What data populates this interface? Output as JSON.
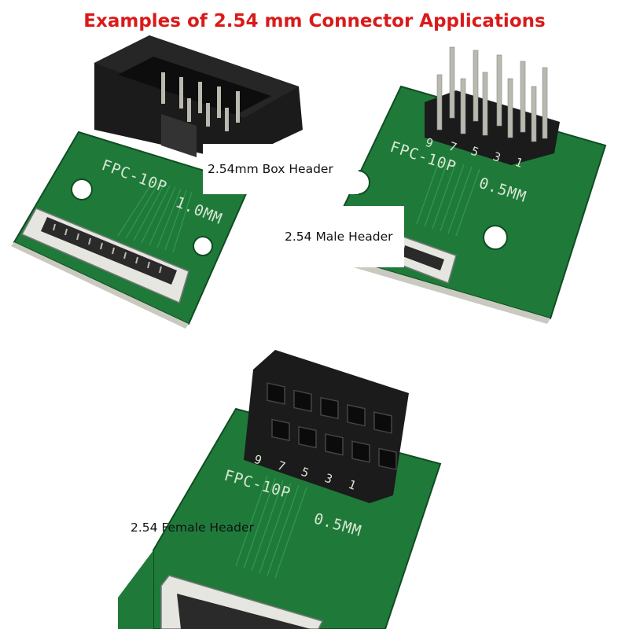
{
  "title": "Examples of 2.54 mm Connector Applications",
  "panels": {
    "box_header": {
      "label": "2.54mm Box Header",
      "silkscreen_model": "FPC-10P",
      "silkscreen_pitch": "1.0MM"
    },
    "male_header": {
      "label": "2.54 Male Header",
      "silkscreen_model": "FPC-10P",
      "silkscreen_pitch": "0.5MM",
      "pin_numbers": [
        "9",
        "7",
        "5",
        "3",
        "1"
      ]
    },
    "female_header": {
      "label": "2.54 Female Header",
      "silkscreen_model": "FPC-10P",
      "silkscreen_pitch": "0.5MM",
      "pin_numbers": [
        "9",
        "7",
        "5",
        "3",
        "1"
      ]
    }
  },
  "colors": {
    "title": "#d91a1a",
    "pcb": "#1f7a3a",
    "pcb_dark": "#135a28",
    "header_black": "#1b1b1b",
    "pin_gold": "#b9b9b0"
  }
}
